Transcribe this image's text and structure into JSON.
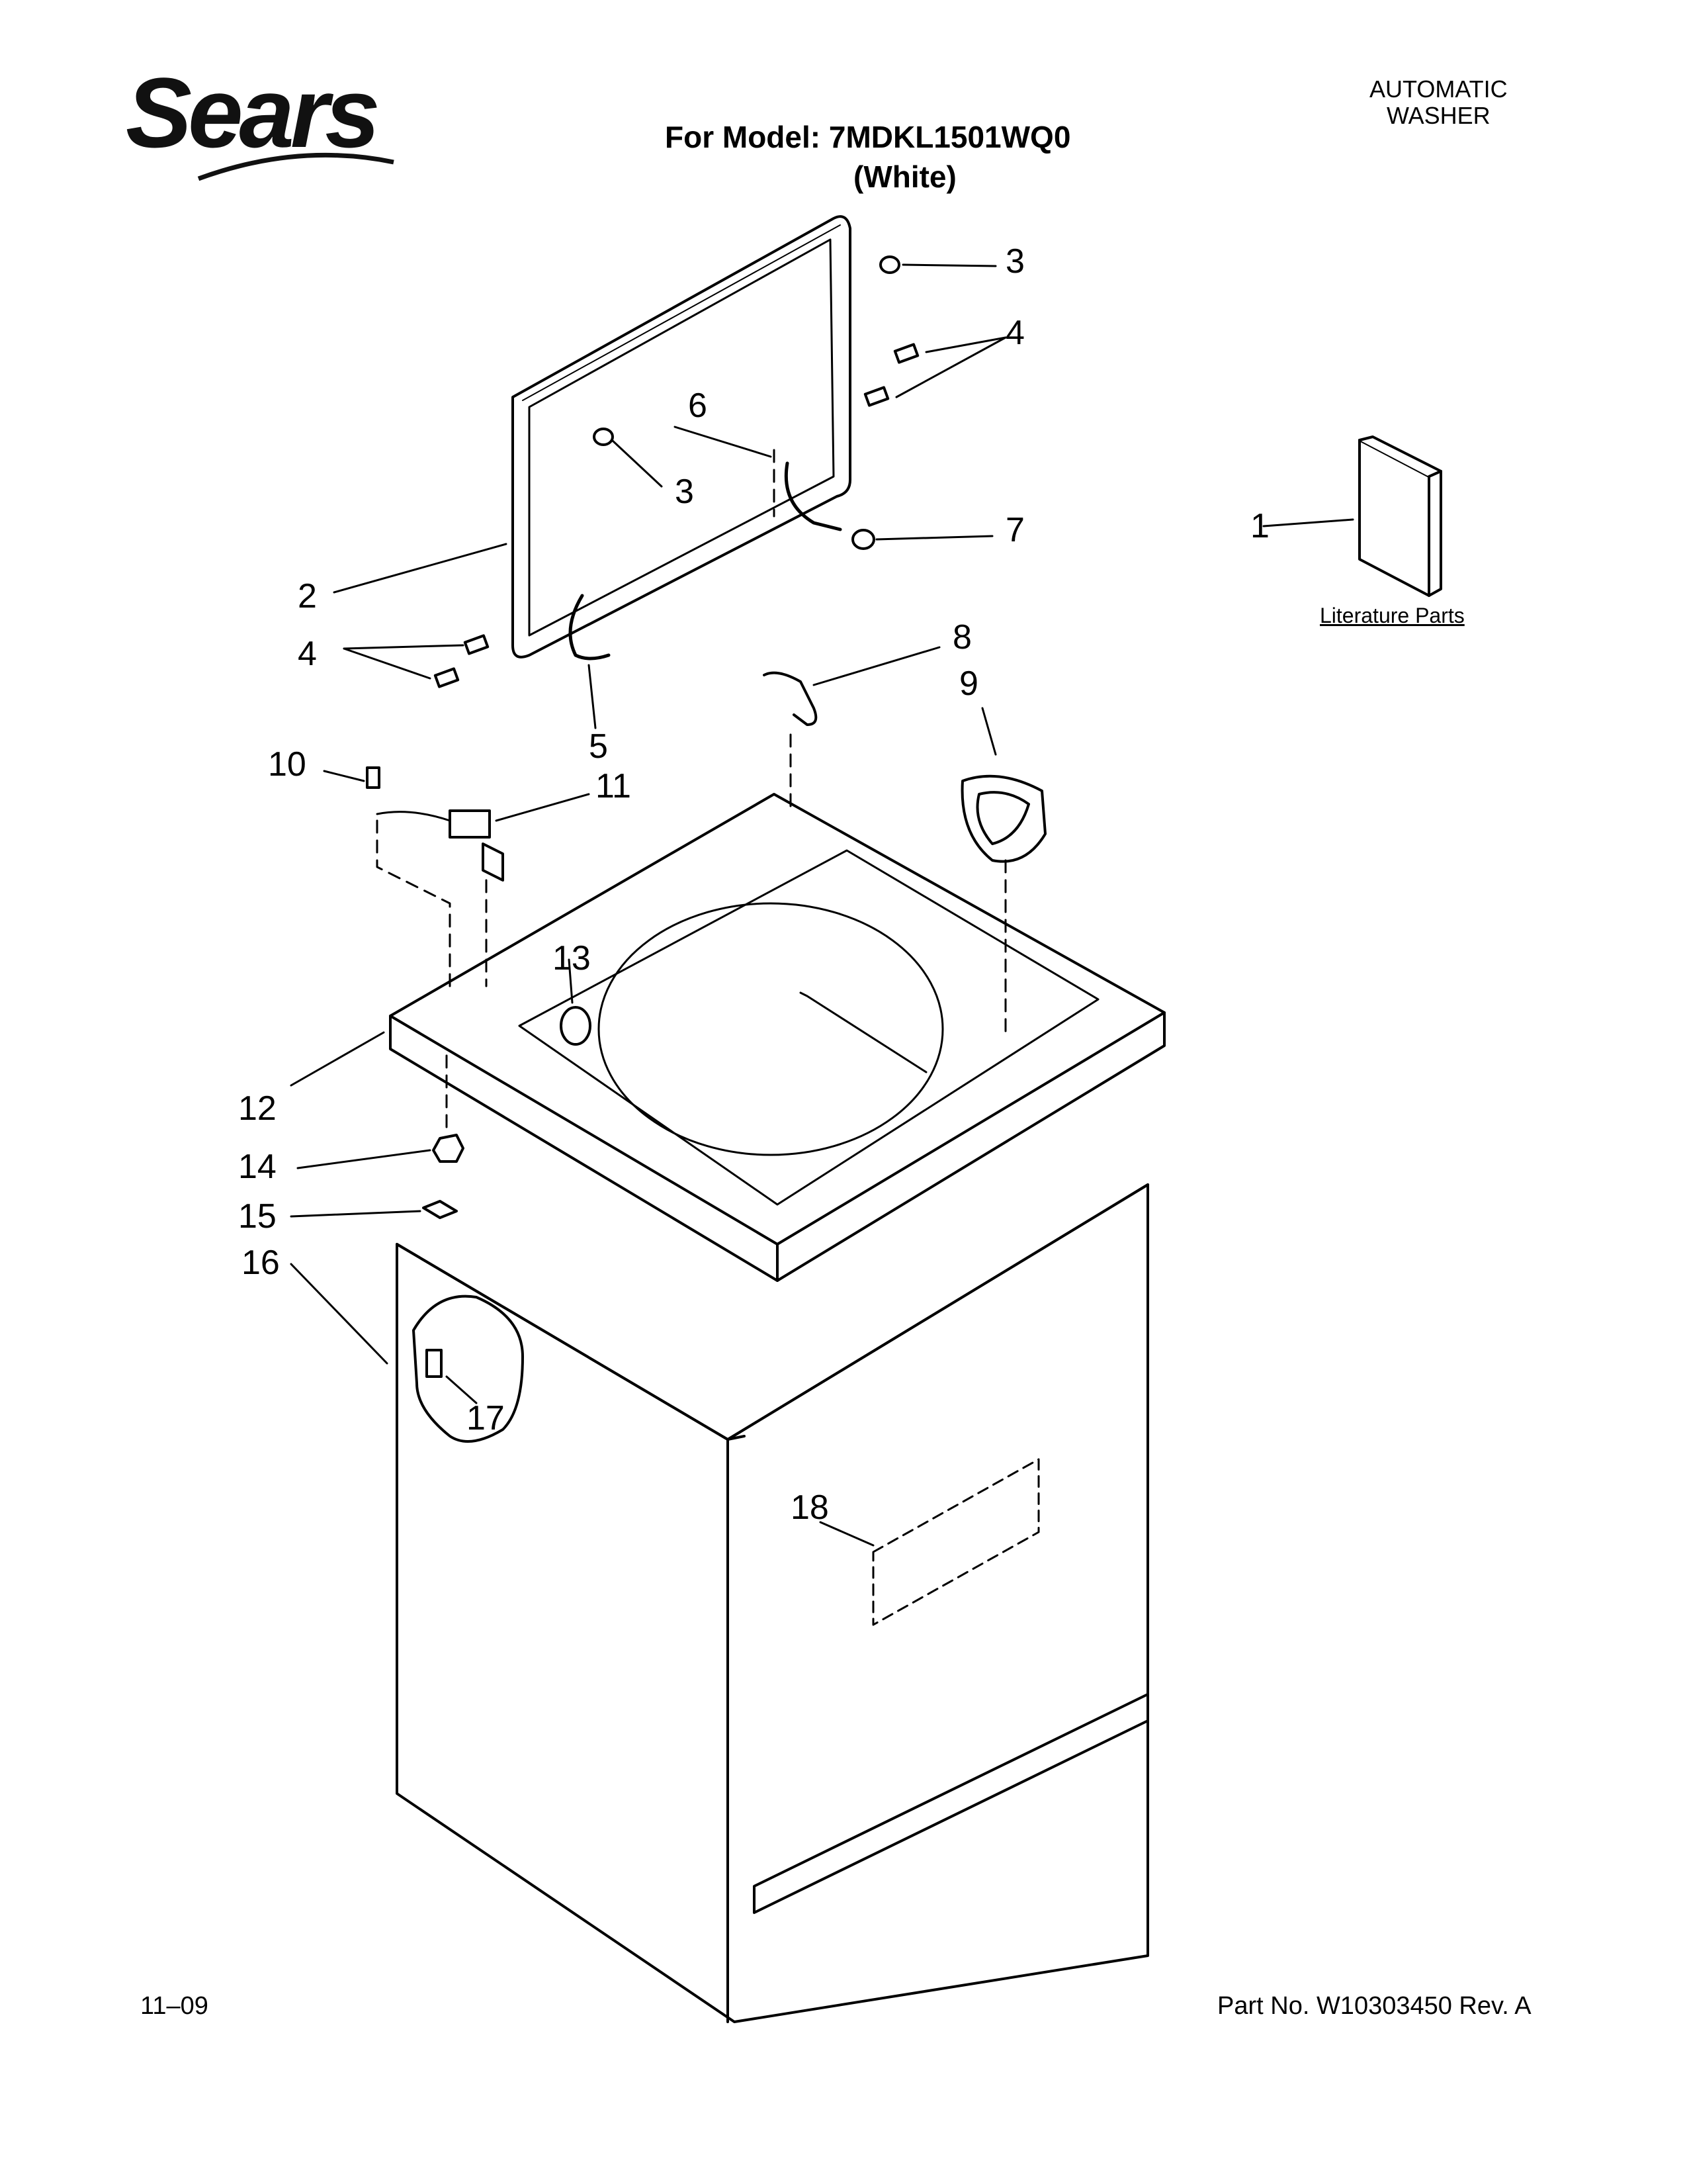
{
  "header": {
    "brand": "Sears",
    "model_line": "For Model: 7MDKL1501WQ0",
    "color_line": "(White)",
    "doc_type_line1": "AUTOMATIC",
    "doc_type_line2": "WASHER"
  },
  "literature": {
    "label": "Literature Parts"
  },
  "callouts": [
    "1",
    "2",
    "3",
    "3",
    "4",
    "4",
    "5",
    "6",
    "7",
    "8",
    "9",
    "10",
    "11",
    "12",
    "13",
    "14",
    "15",
    "16",
    "17",
    "18"
  ],
  "footer": {
    "date": "11–09",
    "part_number": "Part No. W10303450 Rev. A"
  }
}
